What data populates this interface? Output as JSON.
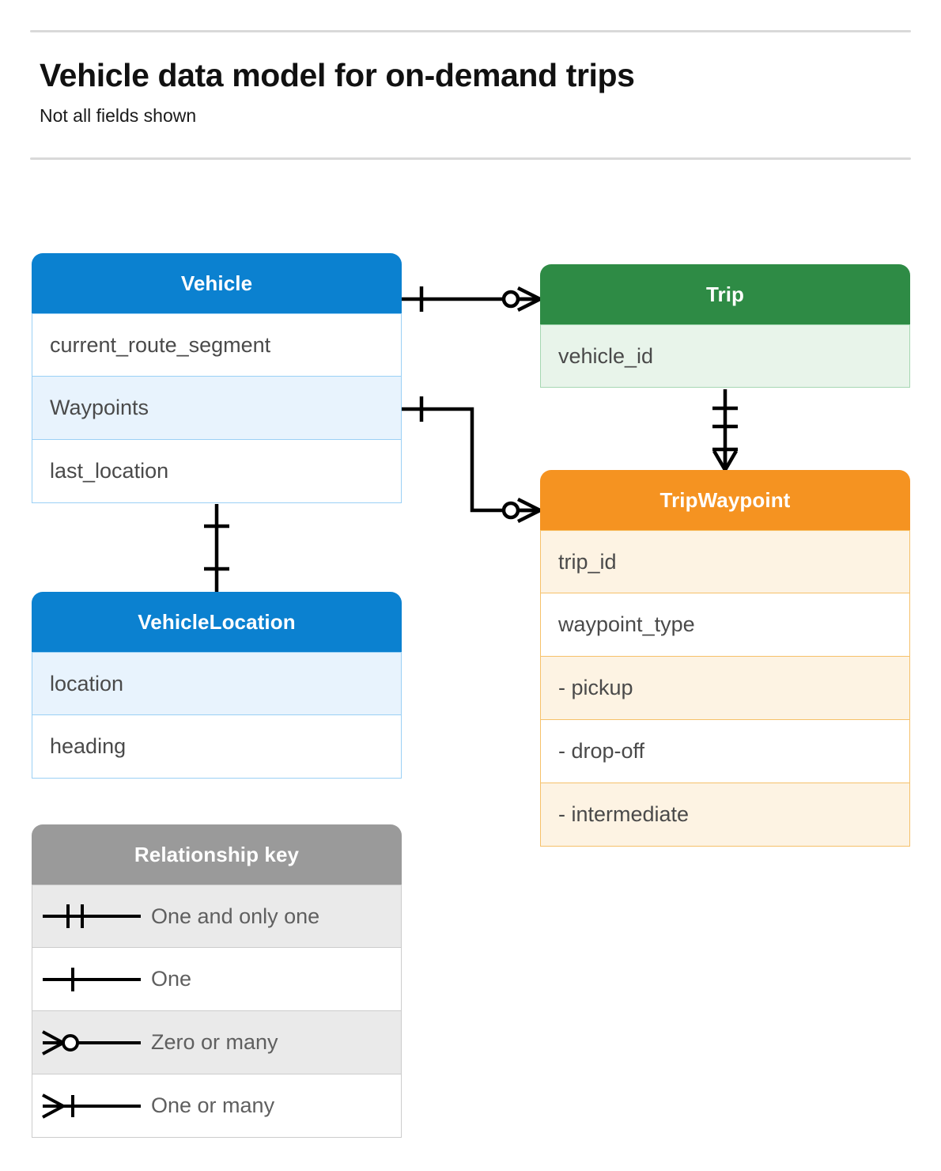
{
  "header": {
    "title": "Vehicle data model for on-demand trips",
    "subtitle": "Not all fields shown"
  },
  "colors": {
    "vehicle": "#0b81d0",
    "vehicle_row_alt": "#e8f3fd",
    "trip": "#2e8b45",
    "trip_row_alt": "#e8f4ea",
    "tripwaypoint": "#f59321",
    "tripwaypoint_row_alt": "#fdf3e3",
    "legend_header": "#9a9a9a",
    "legend_row_alt": "#eaeaea",
    "connector": "#000000",
    "text_body": "#4a4a4a",
    "rule": "#d9d9d9"
  },
  "entities": {
    "vehicle": {
      "name": "Vehicle",
      "fields": [
        {
          "label": "current_route_segment",
          "highlighted": false
        },
        {
          "label": "Waypoints",
          "highlighted": true
        },
        {
          "label": "last_location",
          "highlighted": false
        }
      ]
    },
    "vehiclelocation": {
      "name": "VehicleLocation",
      "fields": [
        {
          "label": "location",
          "highlighted": true
        },
        {
          "label": "heading",
          "highlighted": false
        }
      ]
    },
    "trip": {
      "name": "Trip",
      "fields": [
        {
          "label": "vehicle_id",
          "highlighted": true
        }
      ]
    },
    "tripwaypoint": {
      "name": "TripWaypoint",
      "fields": [
        {
          "label": "trip_id",
          "highlighted": true
        },
        {
          "label": "waypoint_type",
          "highlighted": false
        },
        {
          "label": "-  pickup",
          "highlighted": true
        },
        {
          "label": "-  drop-off",
          "highlighted": false
        },
        {
          "label": "-  intermediate",
          "highlighted": true
        }
      ]
    }
  },
  "legend": {
    "title": "Relationship key",
    "rows": [
      {
        "symbol": "one-and-only-one-icon",
        "label": "One and only one"
      },
      {
        "symbol": "one-icon",
        "label": "One"
      },
      {
        "symbol": "zero-or-many-icon",
        "label": "Zero or many"
      },
      {
        "symbol": "one-or-many-icon",
        "label": "One or many"
      }
    ]
  },
  "relationships": [
    {
      "from": "Vehicle",
      "to": "Trip",
      "from_cardinality": "One",
      "to_cardinality": "Zero or many"
    },
    {
      "from": "Vehicle.Waypoints",
      "to": "TripWaypoint",
      "from_cardinality": "One",
      "to_cardinality": "Zero or many"
    },
    {
      "from": "Trip",
      "to": "TripWaypoint",
      "from_cardinality": "One and only one",
      "to_cardinality": "One or many"
    },
    {
      "from": "Vehicle",
      "to": "VehicleLocation",
      "from_cardinality": "One",
      "to_cardinality": "One"
    }
  ]
}
